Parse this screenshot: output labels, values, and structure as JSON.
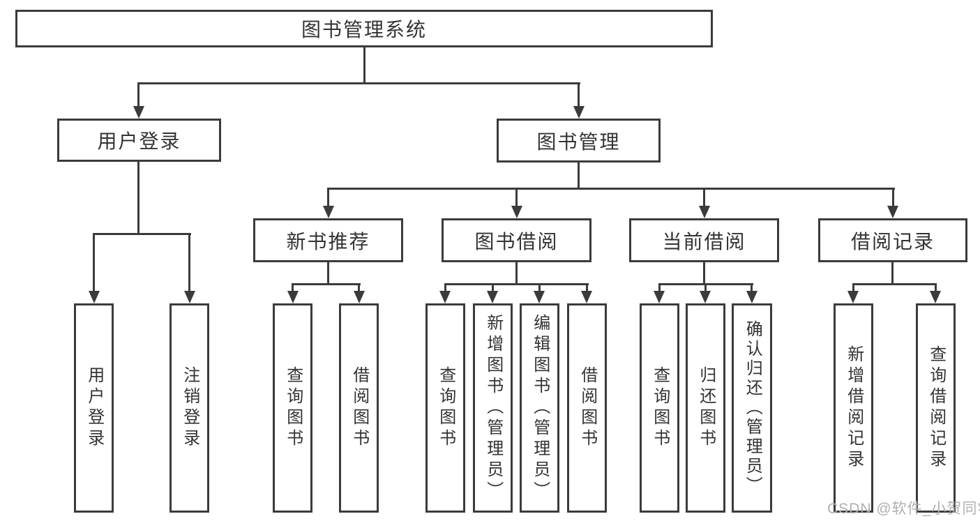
{
  "colors": {
    "background": "#ffffff",
    "line": "#3b3b3b",
    "text": "#333333",
    "watermark": "#b0b0b0"
  },
  "tree": {
    "root": {
      "label": "图书管理系统"
    },
    "user_login": {
      "label": "用户登录",
      "children": [
        {
          "label": "用户登录"
        },
        {
          "label": "注销登录"
        }
      ]
    },
    "book_mgmt": {
      "label": "图书管理"
    },
    "new_books": {
      "label": "新书推荐",
      "children": [
        {
          "label": "查询图书"
        },
        {
          "label": "借阅图书"
        }
      ]
    },
    "borrow": {
      "label": "图书借阅",
      "children": [
        {
          "label": "查询图书"
        },
        {
          "label": "新增图书（管理员）"
        },
        {
          "label": "编辑图书（管理员）"
        },
        {
          "label": "借阅图书"
        }
      ]
    },
    "current": {
      "label": "当前借阅",
      "children": [
        {
          "label": "查询图书"
        },
        {
          "label": "归还图书"
        },
        {
          "label": "确认归还（管理员）"
        }
      ]
    },
    "records": {
      "label": "借阅记录",
      "children": [
        {
          "label": "新增借阅记录"
        },
        {
          "label": "查询借阅记录"
        }
      ]
    }
  },
  "watermark": {
    "text": "CSDN @软件_小贺同学"
  }
}
